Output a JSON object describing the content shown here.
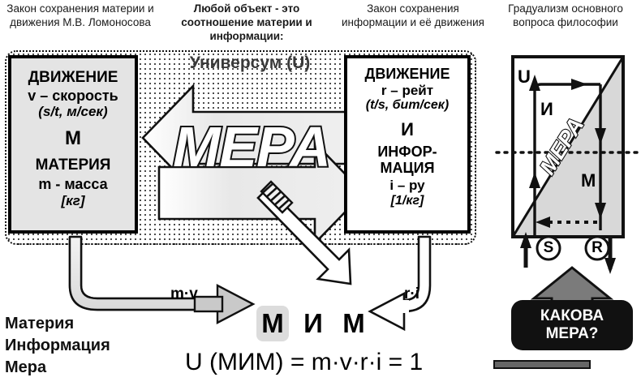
{
  "headers": {
    "h1": "Закон сохранения материи и движения М.В. Ломоносова",
    "h2": "Любой объект - это соотношение материи и информации:",
    "h3": "Закон сохранения информации и её движения",
    "h4": "Градуализм основного вопроса философии"
  },
  "universum": {
    "label": "Универсум (U)",
    "mera": "МЕРА"
  },
  "left_box": {
    "line1": "ДВИЖЕНИЕ",
    "line2": "v – скорость",
    "line3": "(s/t, м/сек)",
    "line4": "М",
    "line5": "МАТЕРИЯ",
    "line6": "m - масса",
    "line7": "[кг]"
  },
  "right_box": {
    "line1": "ДВИЖЕНИЕ",
    "line2": "r – рейт",
    "line3": "(t/s, бит/сек)",
    "line4": "И",
    "line5": "ИНФОР-",
    "line6": "МАЦИЯ",
    "line7": "i – ру",
    "line8": "[1/кг]"
  },
  "arrows": {
    "left_label": "m·v",
    "right_label": "r·i"
  },
  "triad": {
    "l1": "Материя",
    "l2": "Информация",
    "l3": "Мера"
  },
  "mim": {
    "m1": "М",
    "i": "И",
    "m2": "М"
  },
  "formula": "U (МИМ) = m·v·r·i = 1",
  "gradualism": {
    "u": "U",
    "i": "И",
    "m": "М",
    "mera": "МЕРА",
    "s": "S",
    "r": "R"
  },
  "question_box": {
    "line1": "КАКОВА",
    "line2": "МЕРА?"
  },
  "colors": {
    "ink": "#000000",
    "box_fill_left": "#e4e4e4",
    "box_fill_right": "#ffffff",
    "arrow_fill": "#e9e9e9",
    "gray_arrow": "#7b7b7b",
    "question_bg": "#111111",
    "highlight": "#dcdcdc",
    "shade": "#d8d8d8"
  }
}
